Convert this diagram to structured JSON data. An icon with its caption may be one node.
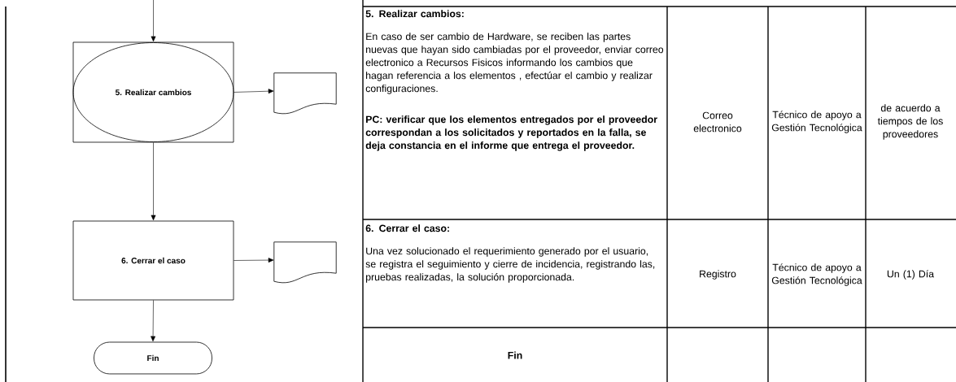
{
  "diagram": {
    "nodes": [
      {
        "text": [],
        "shape": "box"
      },
      {
        "text": [
          "5. Realizar cambios"
        ],
        "in": 0
      },
      {
        "text": [],
        "shape": "document"
      },
      {
        "text": [
          "6. Cerrar el caso"
        ]
      },
      {
        "text": [],
        "shape": "document"
      },
      {
        "text": [
          "Fin"
        ]
      }
    ],
    "edges": [
      {
        "from": null,
        "to": 0,
        "arrow": "to"
      },
      {
        "from": 1,
        "to": 2,
        "arrow": "to"
      },
      {
        "from": 0,
        "to": 3,
        "arrow": "to"
      },
      {
        "from": 3,
        "to": 4,
        "arrow": "to"
      },
      {
        "from": 3,
        "to": 5,
        "arrow": "to"
      }
    ],
    "labels": [
      "5.  Realizar cambios:",
      "En caso de ser cambio de Hardware, se reciben las partes nuevas que hayan sido cambiadas por el proveedor, enviar correo electronico a Recursos Fisicos informando  los cambios que hagan referencia a los elementos , efectúar el cambio y  realizar  configuraciones.",
      "PC: verificar que los elementos entregados por el proveedor correspondan a los solicitados y reportados en la falla, se deja constancia en el informe que entrega el proveedor.",
      "Correo electronico",
      "Técnico  de apoyo a Gestión Tecnológica",
      "de acuerdo a tiempos de los proveedores",
      "6. Cerrar el caso:",
      "Una  vez solucionado el requerimiento generado por el usuario, se registra el seguimiento y cierre de incidencia, registrando las, pruebas realizadas, la solución proporcionada.",
      "Registro",
      "Técnico  de apoyo a Gestión Tecnológica",
      "Un (1) Día",
      "Fin"
    ]
  }
}
